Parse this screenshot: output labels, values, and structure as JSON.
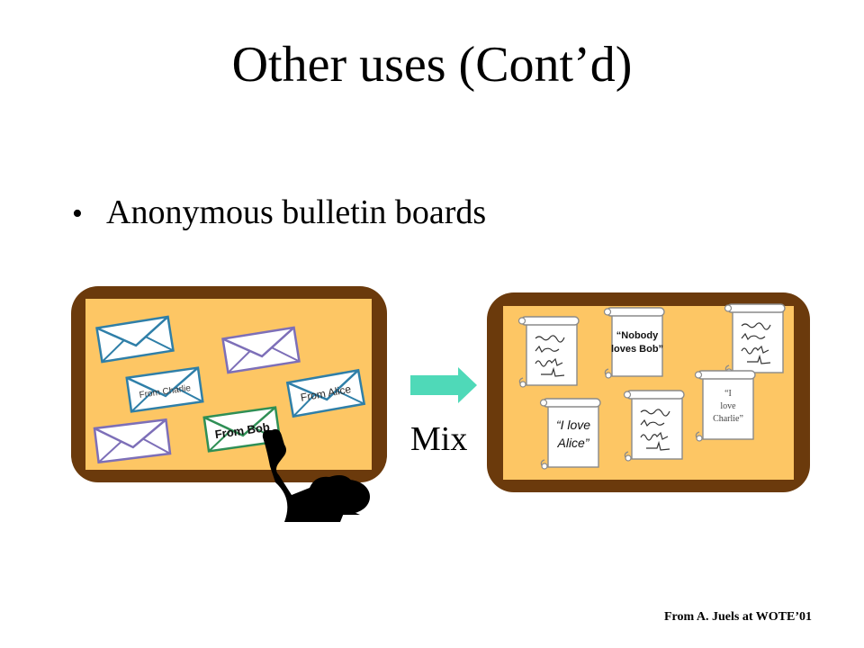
{
  "slide": {
    "title": "Other uses (Cont’d)",
    "bullet": "Anonymous bulletin boards",
    "mix_label": "Mix",
    "footer": "From A. Juels at WOTE’01"
  },
  "left_board": {
    "envelopes": [
      {
        "label": "From Charlie",
        "icon": "envelope-icon"
      },
      {
        "label": "From Alice",
        "icon": "envelope-icon"
      },
      {
        "label": "From Bob",
        "icon": "envelope-icon"
      }
    ]
  },
  "right_board": {
    "scrolls": [
      {
        "lines": [
          "“Nobody",
          "loves Bob”"
        ],
        "icon": "scroll-icon"
      },
      {
        "lines": [
          "“I love",
          "Alice”"
        ],
        "icon": "scroll-icon"
      },
      {
        "lines": [
          "“I",
          "love",
          "Charlie”"
        ],
        "icon": "scroll-icon"
      }
    ]
  },
  "colors": {
    "board_frame": "#6b3a0c",
    "board_cork": "#fdc664",
    "arrow": "#4fd9b8",
    "envelope_blue": "#2f7fa8",
    "envelope_purple": "#7d6fb8",
    "envelope_green": "#2f8f55"
  }
}
